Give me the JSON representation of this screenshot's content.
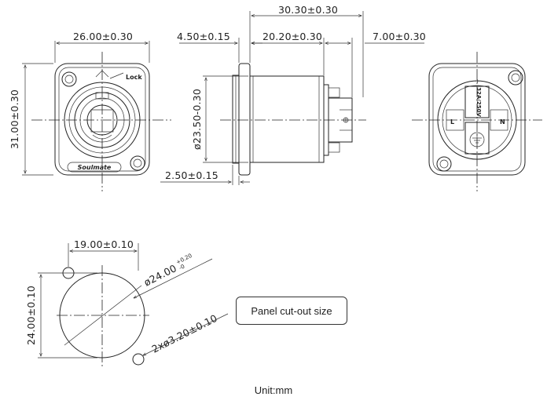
{
  "dimensions": {
    "front_width": "26.00±0.30",
    "front_height": "31.00±0.30",
    "flange_thickness": "4.50±0.15",
    "body_length": "20.20±0.30",
    "overall_length": "30.30±0.30",
    "pin_length": "7.00±0.30",
    "body_diameter": "ø23.50-0.30",
    "panel_thickness": "2.50±0.15",
    "cutout_hole_spacing": "19.00±0.10",
    "cutout_diameter_base": "ø24.00",
    "cutout_diameter_tol_upper": "+0.20",
    "cutout_diameter_tol_lower": "-0",
    "cutout_height": "24.00±0.10",
    "mount_holes": "2xø3.20±0.10"
  },
  "labels": {
    "lock": "Lock",
    "brand": "Soulmate",
    "rating": "32A/250V",
    "terminal_l": "L",
    "terminal_n": "N"
  },
  "panel_label": "Panel cut-out size",
  "unit_label": "Unit:mm"
}
